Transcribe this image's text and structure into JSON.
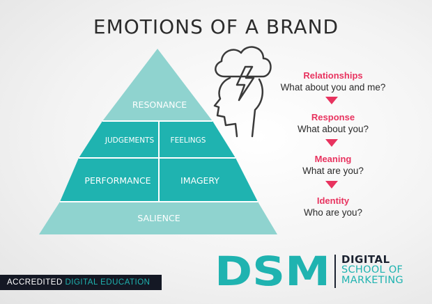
{
  "title": "EMOTIONS OF A BRAND",
  "colors": {
    "teal_dark": "#1fb3b0",
    "teal_light": "#8fd3cf",
    "accent": "#e8335f",
    "navy": "#1b2230"
  },
  "pyramid": {
    "top": "RESONANCE",
    "left_upper": "JUDGEMENTS",
    "right_upper": "FEELINGS",
    "left_lower": "PERFORMANCE",
    "right_lower": "IMAGERY",
    "base": "SALIENCE"
  },
  "steps": [
    {
      "heading": "Relationships",
      "question": "What about you and me?"
    },
    {
      "heading": "Response",
      "question": "What about you?"
    },
    {
      "heading": "Meaning",
      "question": "What are you?"
    },
    {
      "heading": "Identity",
      "question": "Who are you?"
    }
  ],
  "icon": "head-with-storm-cloud-icon",
  "footer": {
    "accredited_a": "ACCREDITED",
    "accredited_b": "DIGITAL EDUCATION",
    "logo_mark": "DSM",
    "logo_line1": "DIGITAL",
    "logo_line2": "SCHOOL OF",
    "logo_line3": "MARKETING"
  }
}
